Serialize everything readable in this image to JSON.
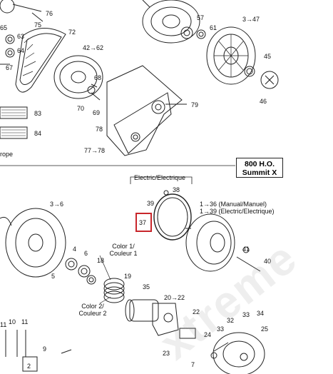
{
  "page_title": "800 H.O.",
  "page_subtitle": "Summit X",
  "electric_header": "Electric/Electrique",
  "color1": [
    "Color 1/",
    "Couleur 1"
  ],
  "color2": [
    "Color 2/",
    "Couleur 2"
  ],
  "note_manual": "1→36 (Manual/Manuel)",
  "note_electric": "1→39 (Electric/Electrique)",
  "rope_label": "rope",
  "watermark": "xtreme",
  "highlighted_part": "37",
  "colors": {
    "highlight": "#c8262b",
    "line": "#222222"
  },
  "callouts": {
    "p76": "76",
    "p75": "75",
    "p65": "65",
    "p63": "63",
    "p64": "64",
    "p67": "67",
    "p72": "72",
    "p42": "42→62",
    "p68": "68",
    "p70": "70",
    "p69": "69",
    "p83": "83",
    "p84": "84",
    "p78": "78",
    "p77": "77→78",
    "p79": "79",
    "p57": "57",
    "p61": "61",
    "p47": "3→47",
    "p45": "45",
    "p46": "46",
    "p38": "38",
    "p39": "39",
    "p37": "37",
    "p3_6": "3→6",
    "p4": "4",
    "p6": "6",
    "p18": "18",
    "p5": "5",
    "p19": "19",
    "p35": "35",
    "p20_22": "20→22",
    "p22": "22",
    "p41": "41",
    "p40": "40",
    "p11": "11",
    "p10": "10",
    "p11b": "11",
    "p9": "9",
    "p2": "2",
    "p23": "23",
    "p24": "24",
    "p33": "33",
    "p32": "32",
    "p33b": "33",
    "p34": "34",
    "p25": "25",
    "p7": "7"
  }
}
